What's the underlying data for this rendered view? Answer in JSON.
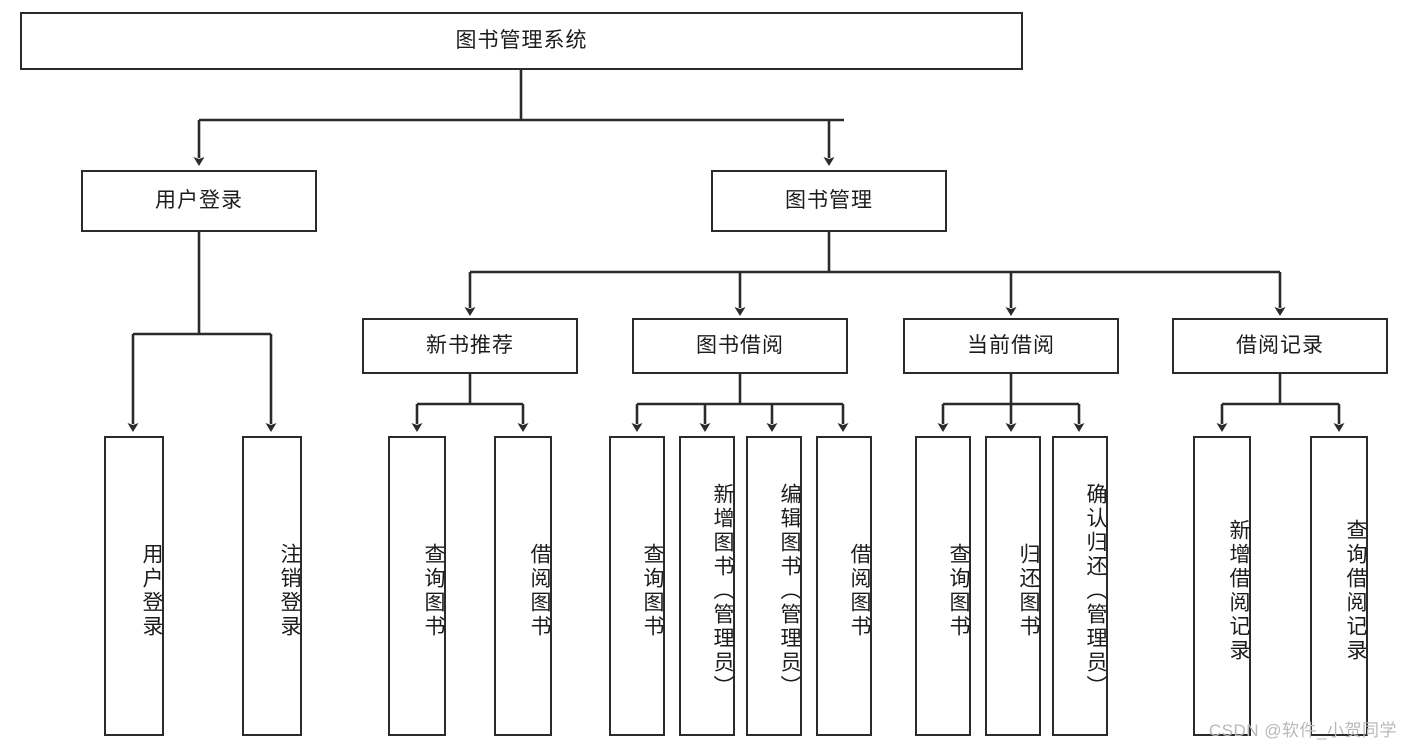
{
  "diagram": {
    "title": "图书管理系统",
    "type": "tree-hierarchy-diagram",
    "watermark": "CSDN @软件_小贺同学",
    "colors": {
      "background": "#ffffff",
      "box_border": "#2b2b2b",
      "box_fill": "#ffffff",
      "edge": "#2b2b2b",
      "text": "#1c1c1c",
      "watermark": "#b9b9b9"
    },
    "root": {
      "label": "图书管理系统"
    },
    "level2": [
      {
        "label": "用户登录"
      },
      {
        "label": "图书管理"
      }
    ],
    "level3": [
      {
        "label": "新书推荐"
      },
      {
        "label": "图书借阅"
      },
      {
        "label": "当前借阅"
      },
      {
        "label": "借阅记录"
      }
    ],
    "leaves": {
      "user_login": [
        {
          "label": "用户登录"
        },
        {
          "label": "注销登录"
        }
      ],
      "new_book": [
        {
          "label": "查询图书"
        },
        {
          "label": "借阅图书"
        }
      ],
      "book_borrow": [
        {
          "label": "查询图书"
        },
        {
          "label": "新增图书（管理员）"
        },
        {
          "label": "编辑图书（管理员）"
        },
        {
          "label": "借阅图书"
        }
      ],
      "current_borrow": [
        {
          "label": "查询图书"
        },
        {
          "label": "归还图书"
        },
        {
          "label": "确认归还（管理员）"
        }
      ],
      "borrow_record": [
        {
          "label": "新增借阅记录"
        },
        {
          "label": "查询借阅记录"
        }
      ]
    }
  }
}
